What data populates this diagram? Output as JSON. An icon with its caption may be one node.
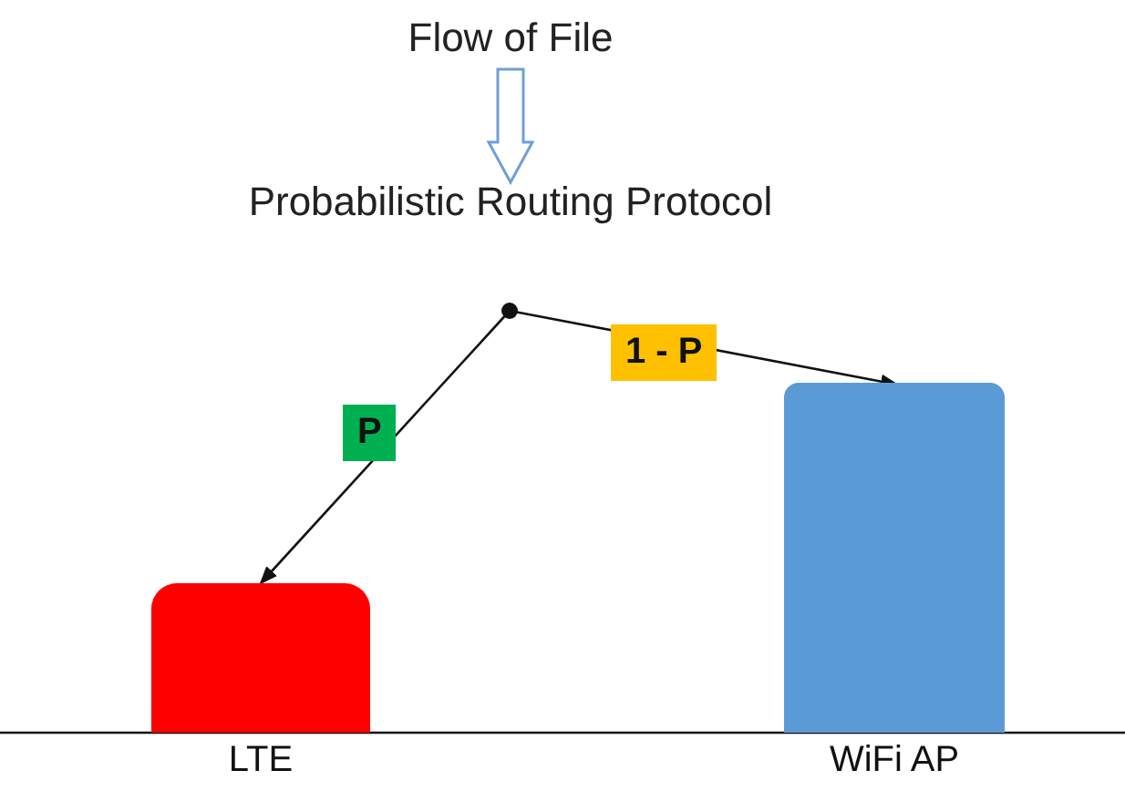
{
  "diagram": {
    "nodes": [
      {
        "text": [
          "Flow of File"
        ]
      },
      {
        "text": [
          "Probabilistic Routing Protocol"
        ]
      },
      {
        "text": [],
        "shape": "circle"
      },
      {
        "text": [],
        "shape": "bar",
        "beside": [
          "LTE"
        ]
      },
      {
        "text": [],
        "shape": "bar",
        "beside": [
          "WiFi AP"
        ]
      }
    ],
    "edges": [
      {
        "from": 0,
        "to": 1,
        "arrow": "to",
        "style": "thick",
        "color": "#6f9fd8"
      },
      {
        "from": 2,
        "to": 3,
        "arrow": "to",
        "label": "P"
      },
      {
        "from": 2,
        "to": 4,
        "arrow": "to",
        "label": "1 - P"
      }
    ]
  }
}
